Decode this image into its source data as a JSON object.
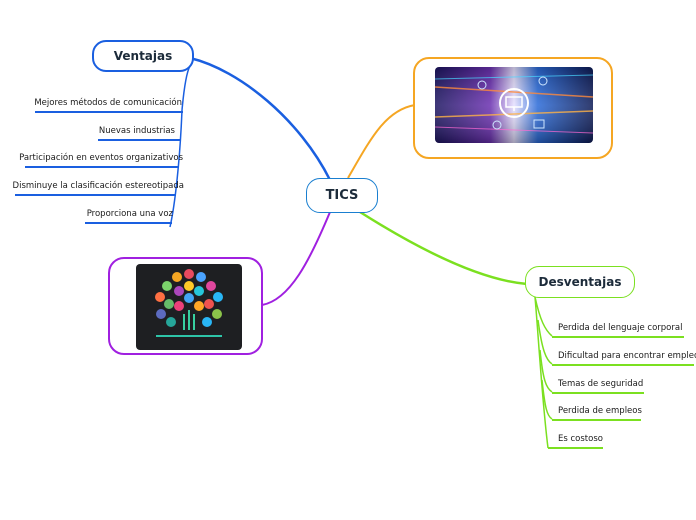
{
  "center": {
    "label": "TICS"
  },
  "ventajas": {
    "title": "Ventajas",
    "color": "#1a5fe0",
    "items": [
      "Mejores métodos de comunicación",
      "Nuevas industrias",
      "Participación en eventos organizativos",
      "Disminuye la clasificación estereotipada",
      "Proporciona una voz"
    ]
  },
  "desventajas": {
    "title": "Desventajas",
    "color": "#7be020",
    "items": [
      "Perdida del lenguaje corporal",
      "Dificultad para encontrar empleo",
      "Temas de seguridad",
      "Perdida de empleos",
      "Es costoso"
    ]
  },
  "images": {
    "top_right": {
      "description": "technology-network-image",
      "border_color": "#f5a623"
    },
    "bottom_left": {
      "description": "social-media-tree-image",
      "border_color": "#a020e0"
    }
  }
}
